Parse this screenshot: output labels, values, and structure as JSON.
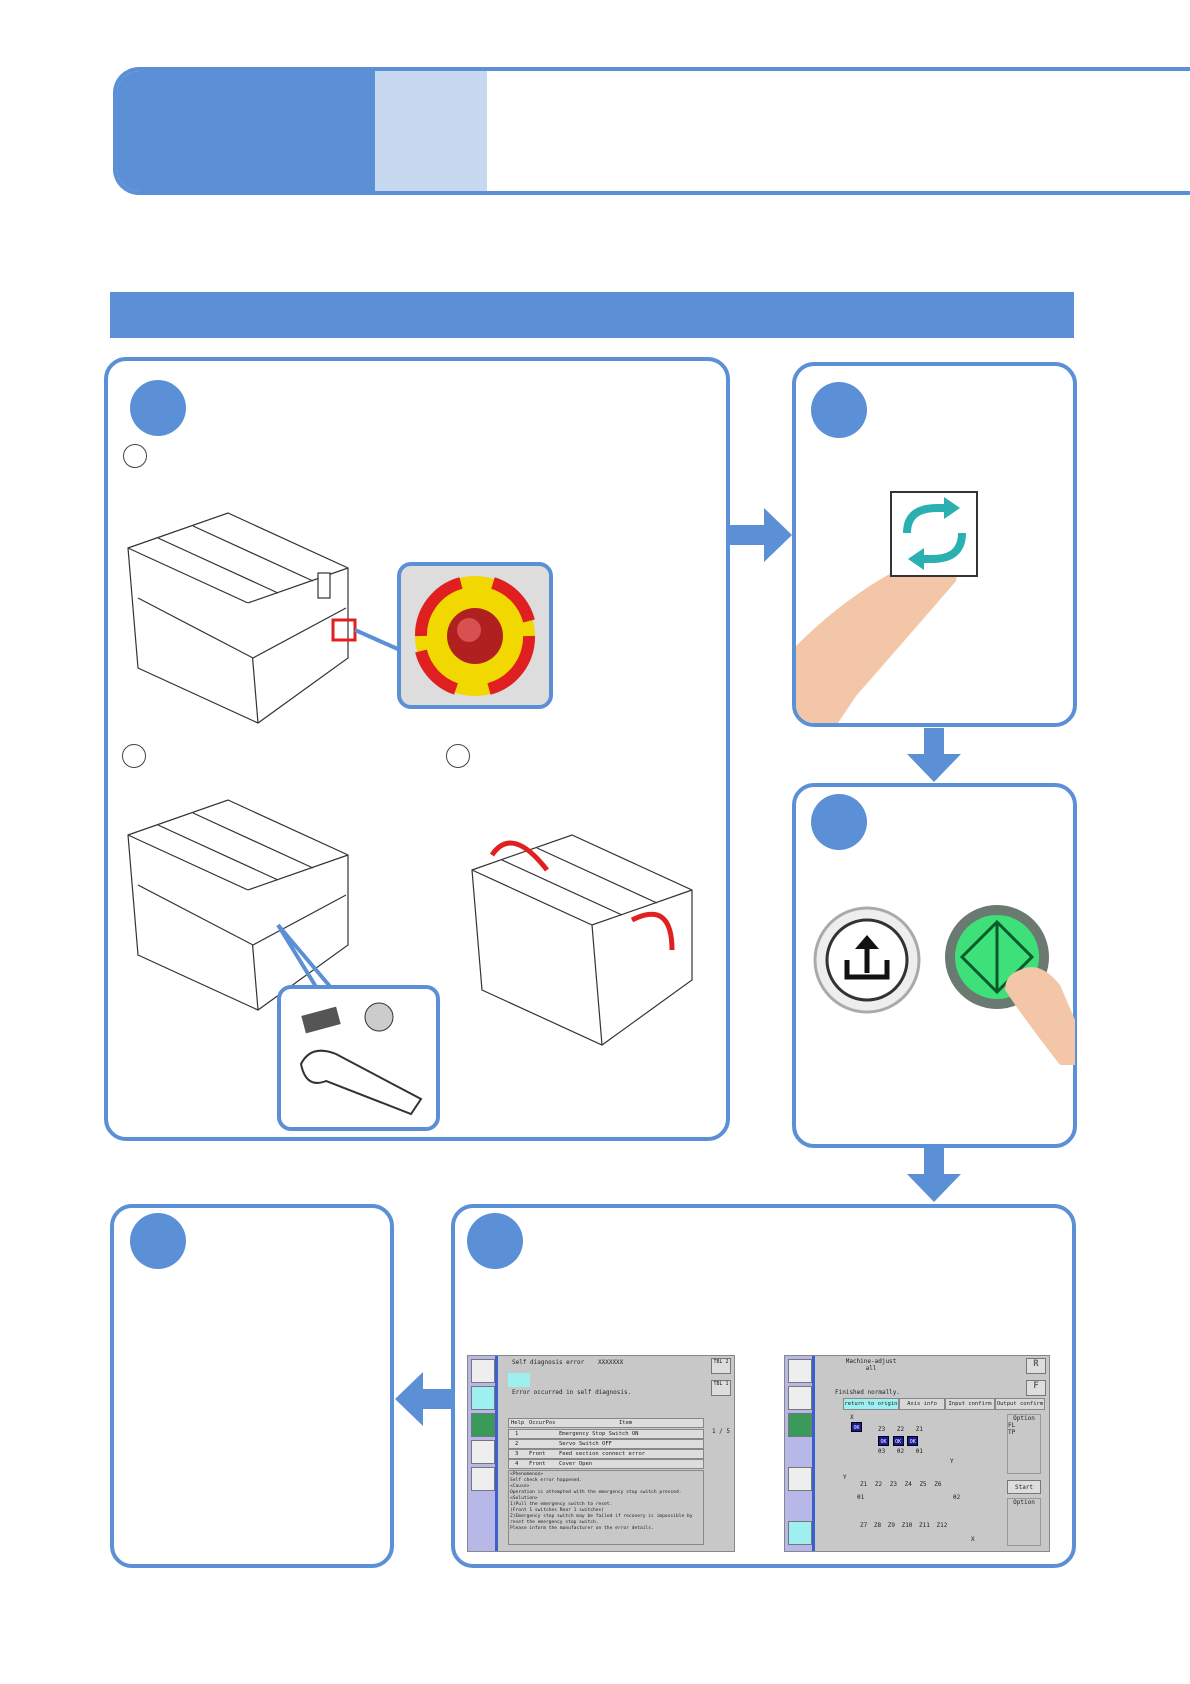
{
  "colors": {
    "accent": "#5b8fd6",
    "accent_light": "#c6d9f0",
    "estop_red": "#e02020",
    "start_green": "#3ee07a"
  },
  "icons": [
    "emergency-stop-icon",
    "reset-arrows-icon",
    "origin-return-button-icon",
    "start-button-icon",
    "wrench-icon",
    "finger-press-icon"
  ],
  "screen_error": {
    "title": "Self diagnosis error",
    "file": "XXXXXXX",
    "tbl_top": "TBL 2",
    "tbl_bottom": "TBL 1",
    "status": "Error occurred in self diagnosis.",
    "headers": [
      "Help",
      "OccurPos",
      "Item"
    ],
    "rows": [
      {
        "no": "1",
        "pos": "",
        "item": "Emergency Stop Switch ON"
      },
      {
        "no": "2",
        "pos": "",
        "item": "Servo Switch OFF"
      },
      {
        "no": "3",
        "pos": "Front",
        "item": "Feed section connect error"
      },
      {
        "no": "4",
        "pos": "Front",
        "item": "Cover Open"
      }
    ],
    "page": "1 / 5",
    "message": [
      "<Phenomenon>",
      "Self check error happened.",
      "<Cause>",
      "Operation is attempted with the emergency stop switch pressed.",
      "<Solution>",
      "1)Pull the emergency switch to reset.",
      "(Front 1 switches Rear 1 switches)",
      "2)Emergency stop switch may be failed if recovery is impossible by",
      "reset the emergency stop switch.",
      "Please inform the manufacturer on the error details."
    ]
  },
  "screen_adjust": {
    "title": "Machine-adjust all",
    "status": "Finished normally.",
    "tabs": [
      "return to origin",
      "Axis info",
      "Input confirm",
      "Output confirm"
    ],
    "x": "X",
    "y": "Y",
    "ok": "OK",
    "z_top": [
      "Z3",
      "Z2",
      "Z1"
    ],
    "theta_top": [
      "θ3",
      "θ2",
      "θ1"
    ],
    "z_row1": [
      "Z1",
      "Z2",
      "Z3",
      "Z4",
      "Z5",
      "Z6"
    ],
    "z_row2": [
      "Z7",
      "Z8",
      "Z9",
      "Z10",
      "Z11",
      "Z12"
    ],
    "theta_left": "θ1",
    "theta_right": "θ2",
    "option": "Option",
    "fl": "FL",
    "tp": "TP",
    "start": "Start",
    "option2": "Option",
    "r": "R",
    "f": "F"
  }
}
